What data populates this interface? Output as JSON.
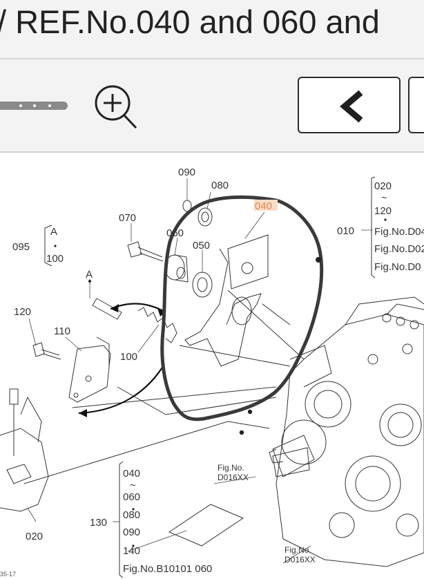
{
  "header": {
    "title": "/ REF.No.040 and 060 and"
  },
  "toolbar": {
    "zoom_in_icon": "zoom-in-icon",
    "prev_icon": "chevron-left-icon"
  },
  "diagram": {
    "callouts": {
      "c090": "090",
      "c080": "080",
      "c040": "040",
      "c070": "070",
      "c060": "060",
      "c050": "050",
      "c095": "095",
      "A1": "A",
      "c100a": "100",
      "A2": "A",
      "c120": "120",
      "c110": "110",
      "c100b": "100",
      "c010": "010",
      "c020top": "020",
      "tilde1": "~",
      "c120top": "120",
      "fig1": "Fig.No.D04",
      "fig2": "Fig.No.D02",
      "fig3": "Fig.No.D0",
      "c130": "130",
      "c040b": "040",
      "tilde2": "~",
      "c060b": "060",
      "c080b": "080",
      "c090b": "090",
      "c140": "140",
      "figB": "Fig.No.B10101  060",
      "figD1a": "Fig.No.",
      "figD1b": "D016XX",
      "figD2a": "Fig.No.",
      "figD2b": "D016XX",
      "c020": "020",
      "pageRef": "35-17"
    },
    "highlight_color": "#ee9a5a",
    "annotation_color": "#3a3a3a"
  }
}
